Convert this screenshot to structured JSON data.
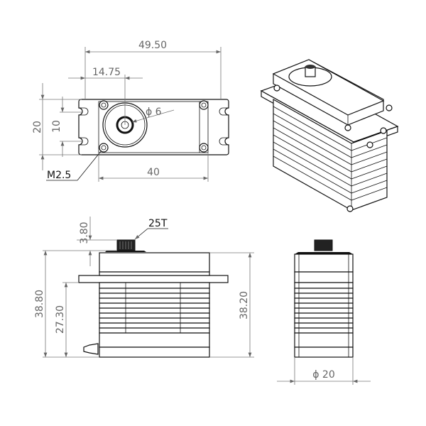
{
  "dimensions": {
    "overall_length": "49.50",
    "shaft_offset": "14.75",
    "shaft_diameter": "ϕ 6",
    "mount_height": "20",
    "slot_spacing": "10",
    "hole_spacing": "40",
    "screw": "M2.5",
    "spline_height": "3.80",
    "spline": "25T",
    "total_height": "38.80",
    "flange_height": "27.30",
    "body_height": "38.20",
    "width": "ϕ 20"
  },
  "colors": {
    "outline": "#111111",
    "dimension": "#777777"
  }
}
